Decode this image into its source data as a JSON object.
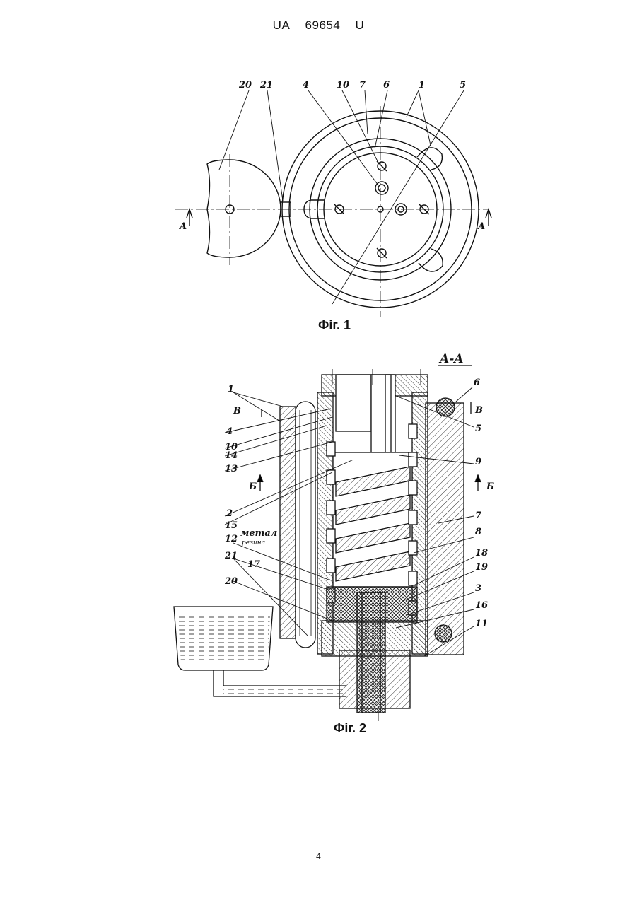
{
  "header": {
    "doc_country": "UA",
    "doc_number": "69654",
    "doc_kind": "U"
  },
  "figure1": {
    "caption": "Фіг. 1",
    "labels": {
      "l20": "20",
      "l21": "21",
      "l4": "4",
      "l10": "10",
      "l7": "7",
      "l6": "6",
      "l1": "1",
      "l5": "5",
      "section_left": "A",
      "section_right": "A"
    }
  },
  "figure2": {
    "caption": "Фіг. 2",
    "section_title": "A-A",
    "labels": {
      "l1": "1",
      "l4": "4",
      "l10": "10",
      "l14": "14",
      "l13": "13",
      "l2": "2",
      "l15": "15",
      "l12": "12",
      "l21": "21",
      "l17": "17",
      "l20": "20",
      "l6": "6",
      "l5": "5",
      "l9": "9",
      "l7": "7",
      "l8": "8",
      "l18": "18",
      "l19": "19",
      "l3": "3",
      "l16": "16",
      "l11": "11",
      "b_left": "Б",
      "b_right": "Б",
      "v_left": "В",
      "v_right": "В",
      "metal_label": "метал",
      "rezina_label": "резина"
    }
  },
  "footer": {
    "page_number": "4"
  }
}
